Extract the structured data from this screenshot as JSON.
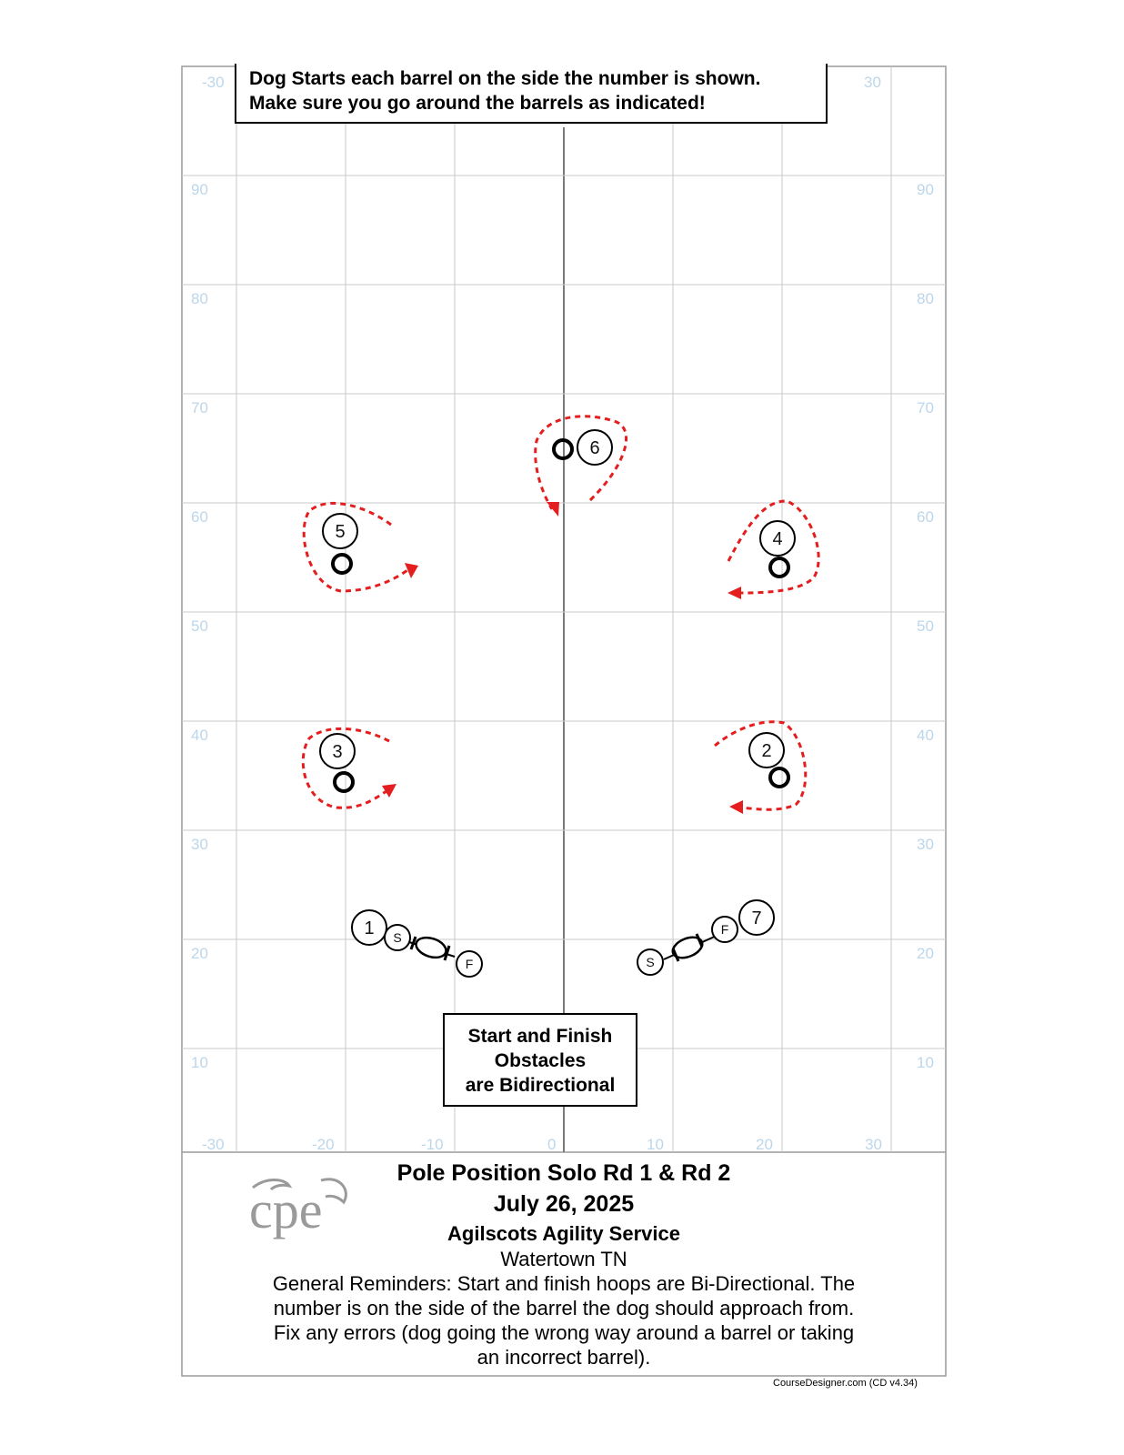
{
  "top_note": {
    "line1": "Dog Starts each barrel on the side the number is shown.",
    "line2": "Make sure you go around the barrels as indicated!"
  },
  "center_note": {
    "line1": "Start and Finish",
    "line2": "Obstacles",
    "line3": "are Bidirectional"
  },
  "y_axis_labels": [
    "90",
    "80",
    "70",
    "60",
    "50",
    "40",
    "30",
    "20",
    "10"
  ],
  "x_axis_labels": [
    "-30",
    "-20",
    "-10",
    "0",
    "10",
    "20",
    "30"
  ],
  "corner_labels": {
    "top_left": "-30",
    "top_right": "30"
  },
  "obstacles": {
    "numbers": [
      "1",
      "2",
      "3",
      "4",
      "5",
      "6",
      "7"
    ],
    "start_letter": "S",
    "finish_letter": "F"
  },
  "footer": {
    "title": "Pole Position Solo Rd 1 & Rd 2",
    "date": "July 26, 2025",
    "host": "Agilscots Agility Service",
    "location": "Watertown TN",
    "reminder_1": "General Reminders: Start and finish hoops are Bi-Directional. The",
    "reminder_2": "number is on the side of the barrel the dog should approach from.",
    "reminder_3": "Fix any errors (dog going the wrong way around a barrel or taking",
    "reminder_4": "an incorrect barrel)."
  },
  "logo_text": "cpe",
  "credit": "CourseDesigner.com (CD v4.34)",
  "colors": {
    "path": "#e41e1e",
    "axis_numbers": "#bcd6ea",
    "grid": "#c8c8c8"
  }
}
